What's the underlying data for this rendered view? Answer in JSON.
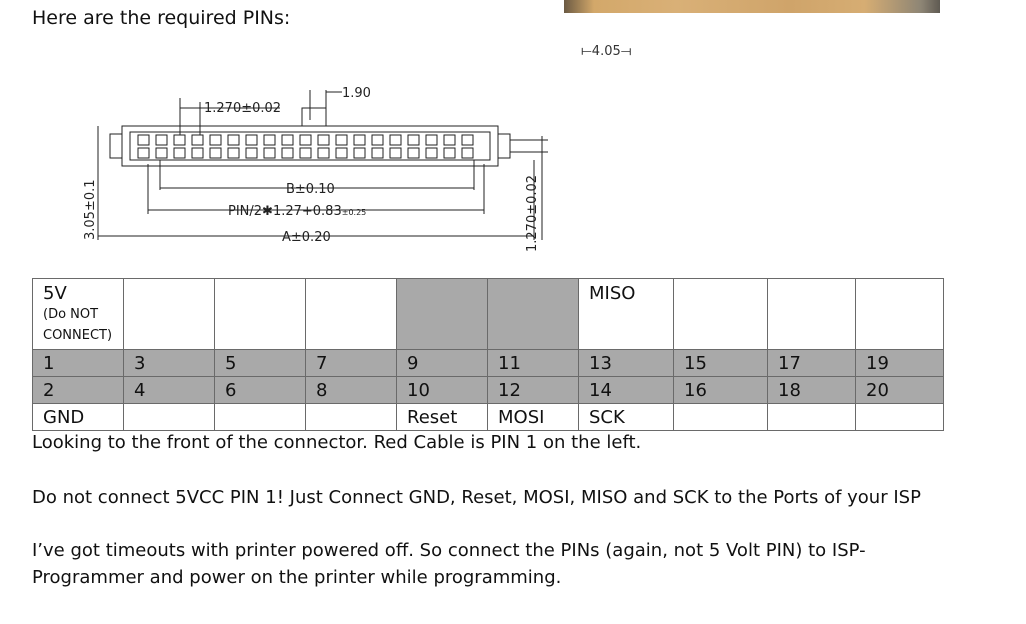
{
  "heading": "Here are the required PINs:",
  "stray_dimension": "4.05",
  "drawing": {
    "pitch_label": "1.270±0.02",
    "top_offset_label": "1.90",
    "b_label": "B±0.10",
    "pin_formula": "PIN/2✱1.27+0.83",
    "pin_tolerance": "±0.25",
    "a_label": "A±0.20",
    "height_label": "3.05±0.1",
    "row_pitch_label": "1.270±0.02"
  },
  "pin_table": {
    "labels_top": {
      "c1_main": "5V",
      "c1_note": "(Do NOT CONNECT)",
      "c7": "MISO"
    },
    "row_odd": [
      "1",
      "3",
      "5",
      "7",
      "9",
      "11",
      "13",
      "15",
      "17",
      "19"
    ],
    "row_even": [
      "2",
      "4",
      "6",
      "8",
      "10",
      "12",
      "14",
      "16",
      "18",
      "20"
    ],
    "labels_bottom": {
      "c1": "GND",
      "c5": "Reset",
      "c6": "MOSI",
      "c7": "SCK"
    }
  },
  "paragraphs": {
    "front_note": "Looking to the front of the connector. Red Cable is PIN 1 on the left.",
    "warning": "Do not connect 5VCC PIN 1! Just Connect GND, Reset, MOSI, MISO and SCK to the Ports of your ISP",
    "timeout_line1": "I’ve got timeouts with printer powered off. So connect the PINs (again, not 5 Volt PIN) to ISP-",
    "timeout_line2": "Programmer and power on the printer while programming."
  }
}
